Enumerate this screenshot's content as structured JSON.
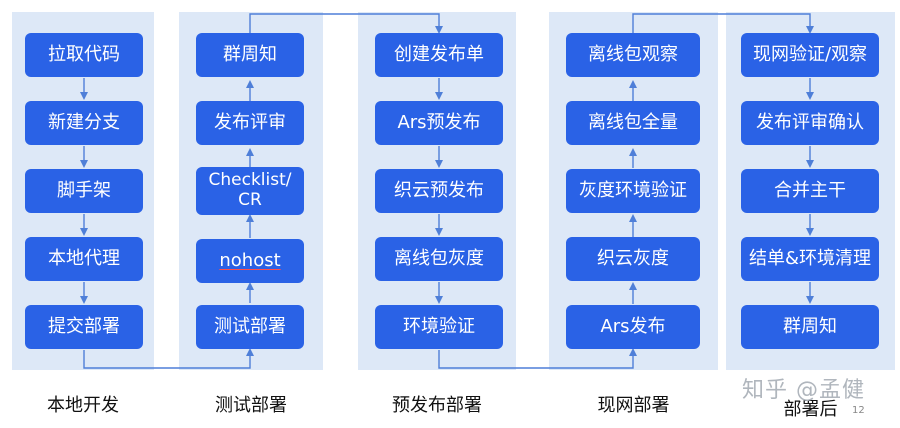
{
  "diagram": {
    "stages": [
      {
        "caption": "本地开发",
        "steps": [
          "拉取代码",
          "新建分支",
          "脚手架",
          "本地代理",
          "提交部署"
        ]
      },
      {
        "caption": "测试部署",
        "steps": [
          "群周知",
          "发布评审",
          "Checklist/\nCR",
          "nohost",
          "测试部署"
        ]
      },
      {
        "caption": "预发布部署",
        "steps": [
          "创建发布单",
          "Ars预发布",
          "织云预发布",
          "离线包灰度",
          "环境验证"
        ]
      },
      {
        "caption": "现网部署",
        "steps": [
          "离线包观察",
          "离线包全量",
          "灰度环境验证",
          "织云灰度",
          "Ars发布"
        ]
      },
      {
        "caption": "部署后",
        "steps": [
          "现网验证/观察",
          "发布评审确认",
          "合并主干",
          "结单&环境清理",
          "群周知"
        ]
      }
    ]
  },
  "watermark": "知乎 @孟健",
  "page_number": "12",
  "colors": {
    "lane": "#dde8f7",
    "node": "#2a62e6",
    "connector": "#4f7fd8"
  }
}
